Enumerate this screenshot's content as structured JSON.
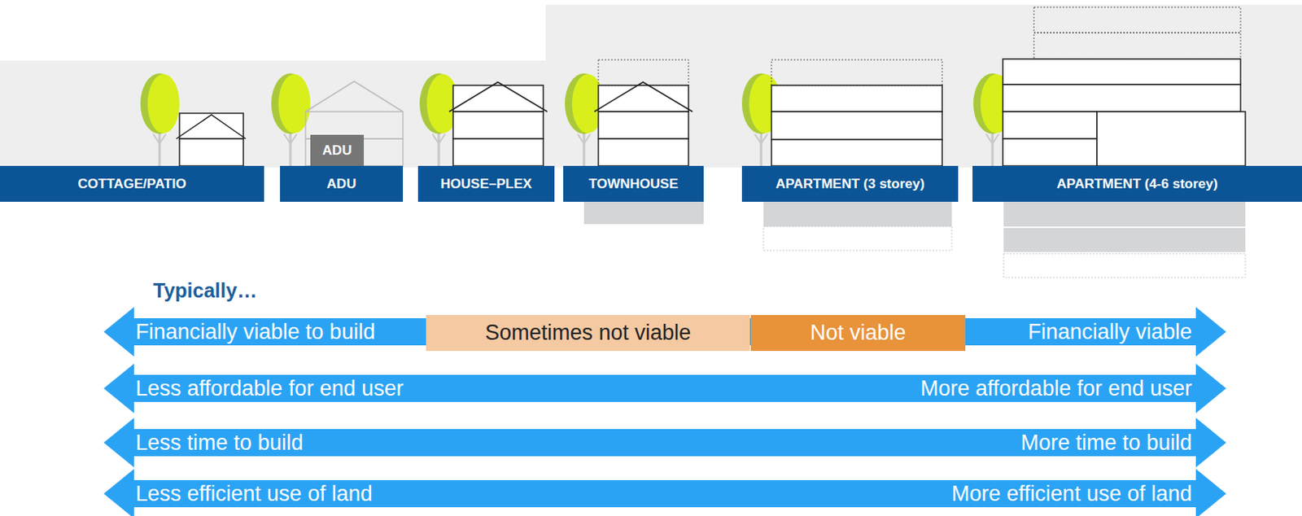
{
  "diagram": {
    "nodes": [
      {
        "text": [
          "ADU"
        ]
      },
      {
        "text": [
          "COTTAGE/PATIO"
        ]
      },
      {
        "text": [
          "ADU"
        ]
      },
      {
        "text": [
          "HOUSE–PLEX"
        ]
      },
      {
        "text": [
          "TOWNHOUSE"
        ]
      },
      {
        "text": [
          "APARTMENT (3 storey)"
        ]
      },
      {
        "text": [
          "APARTMENT (4-6 storey)"
        ]
      },
      {
        "text": [
          "Financially viable to build",
          "Financially viable"
        ]
      },
      {
        "text": [
          "Sometimes not viable"
        ],
        "in": 7
      },
      {
        "text": [
          "Not viable"
        ],
        "in": 7
      },
      {
        "text": [
          "Less affordable for end user",
          "More affordable for end user"
        ]
      },
      {
        "text": [
          "Less time to build",
          "More time to build"
        ]
      },
      {
        "text": [
          "Less efficient use of land",
          "More efficient use of land"
        ]
      }
    ],
    "labels": [
      "Typically…"
    ]
  }
}
